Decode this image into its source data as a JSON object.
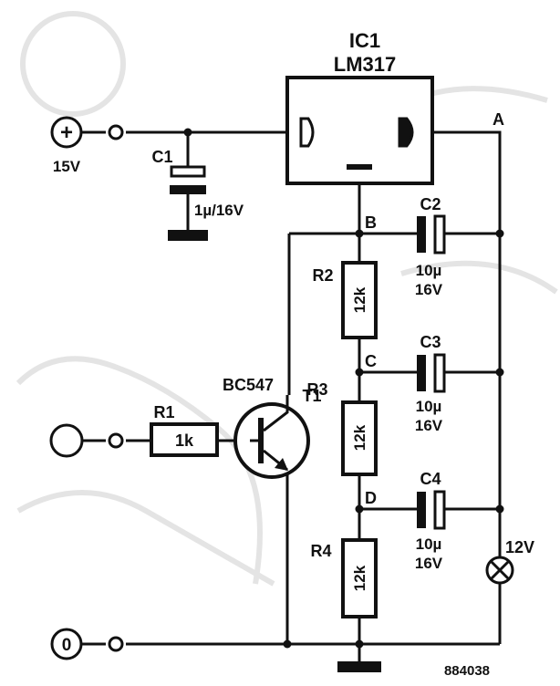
{
  "ic": {
    "ref": "IC1",
    "part": "LM317"
  },
  "supply": {
    "label": "15V"
  },
  "capacitors": {
    "c1": {
      "ref": "C1",
      "value": "1µ/16V"
    },
    "c2": {
      "ref": "C2",
      "value": "10µ",
      "voltage": "16V"
    },
    "c3": {
      "ref": "C3",
      "value": "10µ",
      "voltage": "16V"
    },
    "c4": {
      "ref": "C4",
      "value": "10µ",
      "voltage": "16V"
    }
  },
  "resistors": {
    "r1": {
      "ref": "R1",
      "value": "1k"
    },
    "r2": {
      "ref": "R2",
      "value": "12k"
    },
    "r3": {
      "ref": "R3",
      "value": "12k"
    },
    "r4": {
      "ref": "R4",
      "value": "12k"
    }
  },
  "transistor": {
    "ref": "T1",
    "part": "BC547"
  },
  "nodes": {
    "a": "A",
    "b": "B",
    "c": "C",
    "d": "D"
  },
  "lamp": {
    "label": "12V"
  },
  "ground_terminal": {
    "label": "0"
  },
  "figure_number": "884038",
  "colors": {
    "ink": "#111111",
    "background_sketch": "#d9d9d9"
  }
}
